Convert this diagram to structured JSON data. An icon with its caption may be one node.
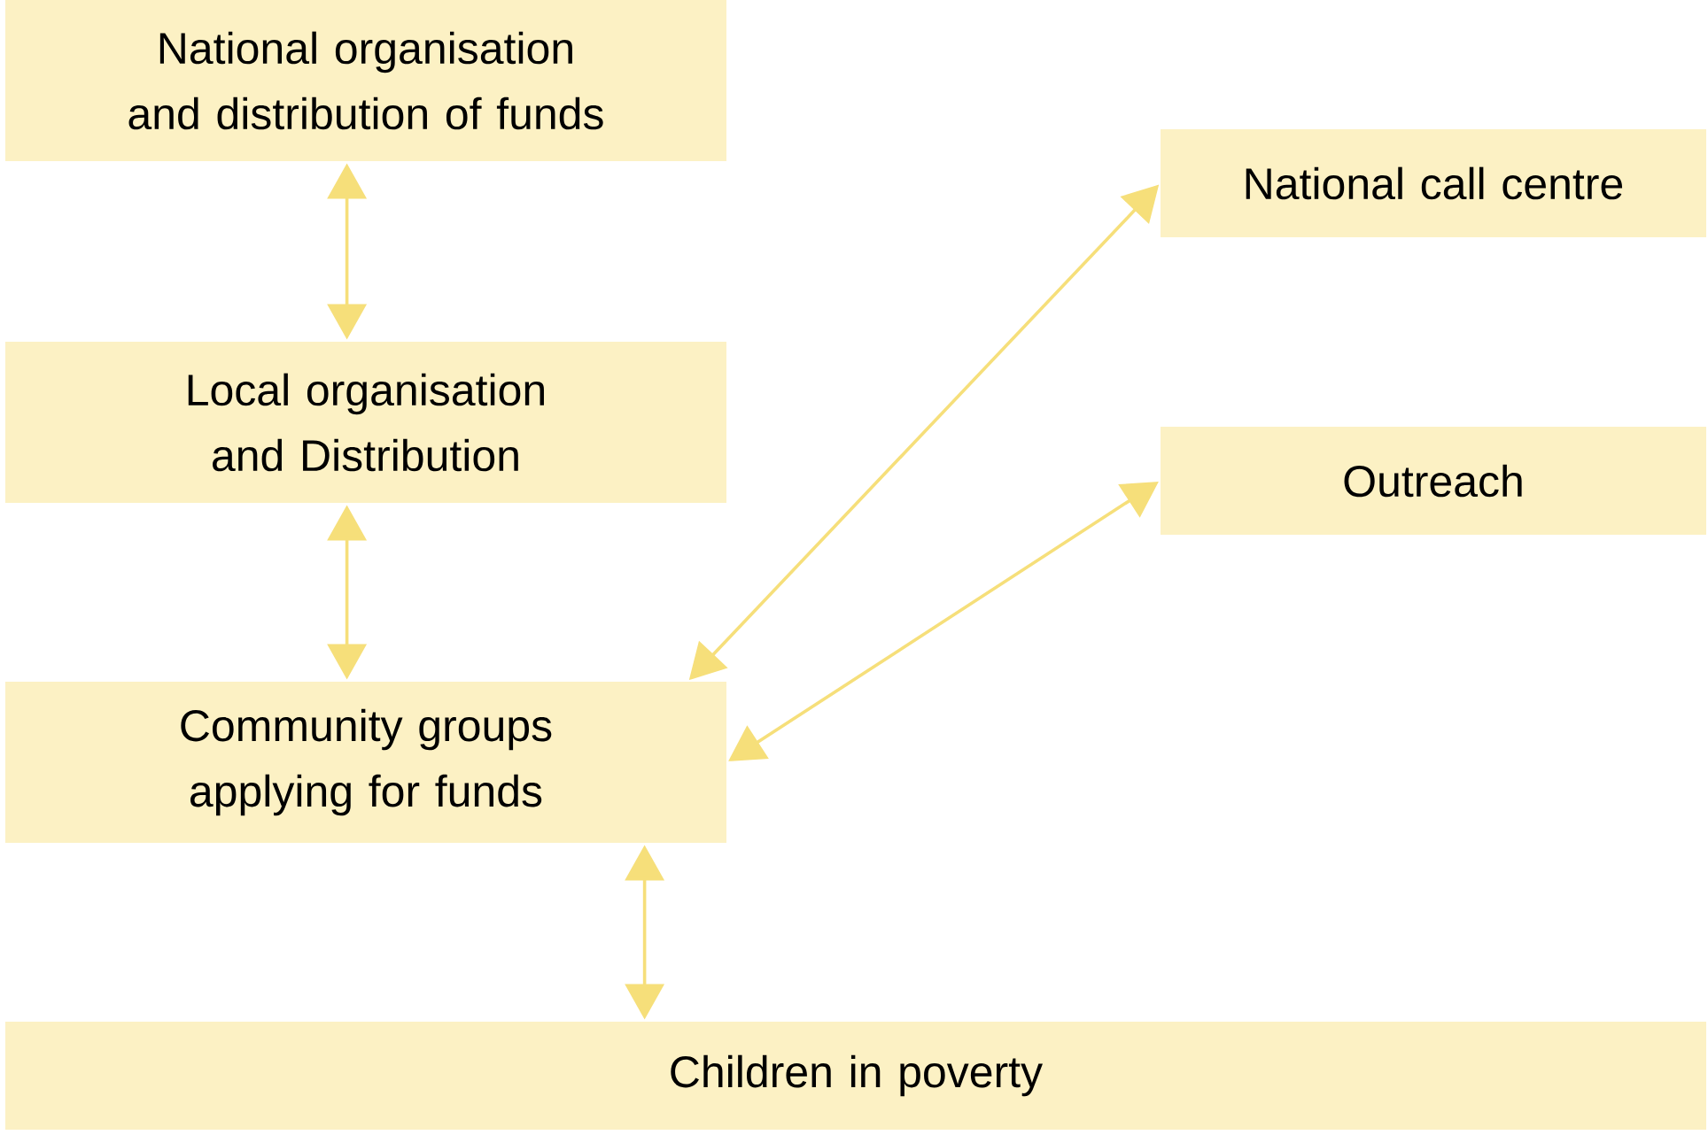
{
  "diagram": {
    "nodes": [
      {
        "text": [
          "National organisation and distribution of funds"
        ]
      },
      {
        "text": [
          "Local organisation and Distribution"
        ]
      },
      {
        "text": [
          "Community groups applying for funds"
        ]
      },
      {
        "text": [
          "National call centre"
        ]
      },
      {
        "text": [
          "Outreach"
        ]
      },
      {
        "text": [
          "Children in poverty"
        ]
      }
    ],
    "edges": [
      {
        "from": 0,
        "to": 1,
        "arrow": "both"
      },
      {
        "from": 1,
        "to": 2,
        "arrow": "both"
      },
      {
        "from": 3,
        "to": 2,
        "arrow": "both"
      },
      {
        "from": 4,
        "to": 2,
        "arrow": "both"
      },
      {
        "from": 2,
        "to": 5,
        "arrow": "both"
      }
    ]
  }
}
